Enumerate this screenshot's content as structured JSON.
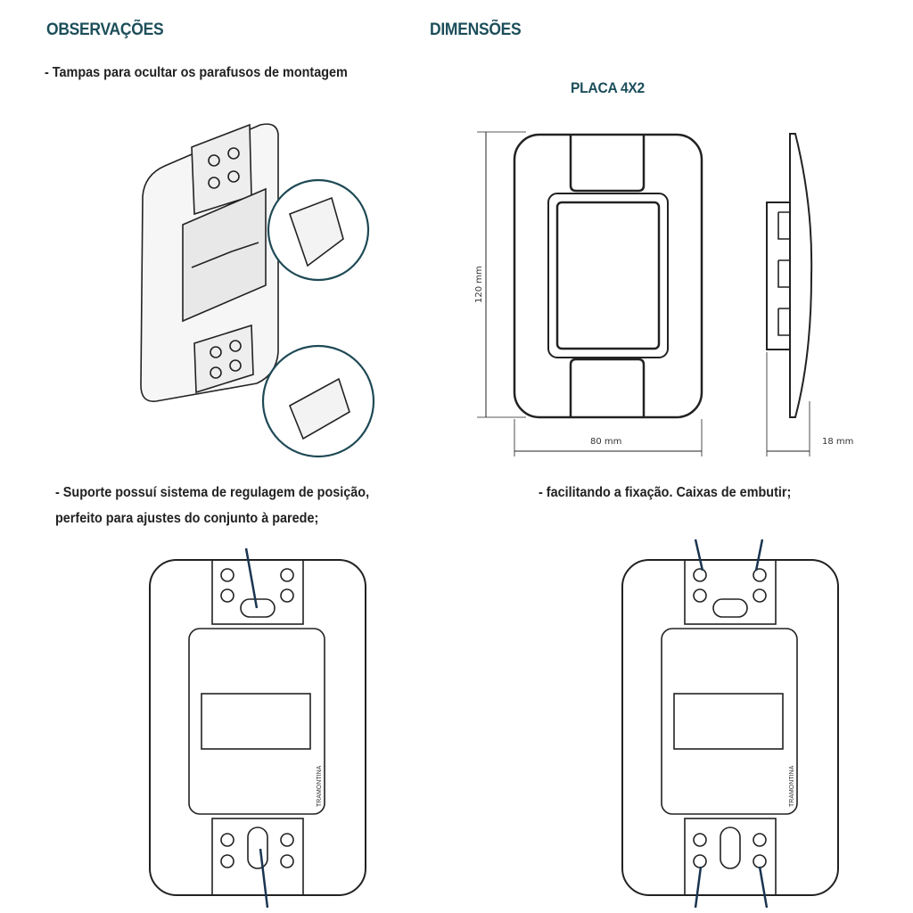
{
  "observacoes": {
    "heading": "OBSERVAÇÕES",
    "note1": "- Tampas para ocultar os parafusos de montagem",
    "note2_line1": "- Suporte possuí sistema de regulagem de posição,",
    "note2_line2": "perfeito para ajustes do conjunto à parede;",
    "note3": "- facilitando a fixação. Caixas de embutir;"
  },
  "dimensoes": {
    "heading": "DIMENSÕES",
    "product": "PLACA 4X2",
    "height_label": "120  mm",
    "width_label": "80  mm",
    "depth_label": "18  mm"
  },
  "brand_mark": "TRAMONTINA",
  "colors": {
    "heading": "#1c4e5a",
    "callout": "#1e4a55",
    "arrow": "#1a3550"
  }
}
